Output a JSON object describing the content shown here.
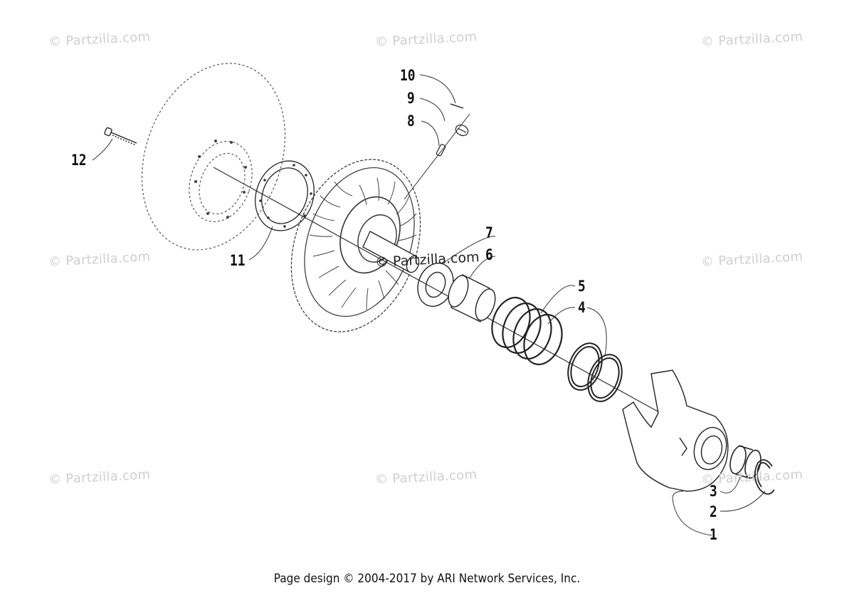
{
  "watermark": {
    "text": "© Partzilla.com"
  },
  "callouts": {
    "c1": "1",
    "c2": "2",
    "c3": "3",
    "c4": "4",
    "c5": "5",
    "c6": "6",
    "c7": "7",
    "c8": "8",
    "c9": "9",
    "c10": "10",
    "c11": "11",
    "c12": "12"
  },
  "footer": {
    "text": "Page design © 2004-2017 by ARI Network Services, Inc."
  }
}
